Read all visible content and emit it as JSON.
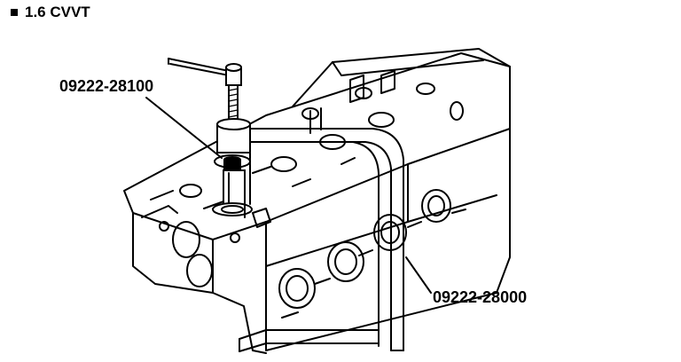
{
  "title": {
    "text": "1.6 CVVT"
  },
  "callouts": [
    {
      "part_no": "09222-28100"
    },
    {
      "part_no": "09222-28000"
    }
  ],
  "icons": {
    "bullet": "square-bullet-icon"
  }
}
